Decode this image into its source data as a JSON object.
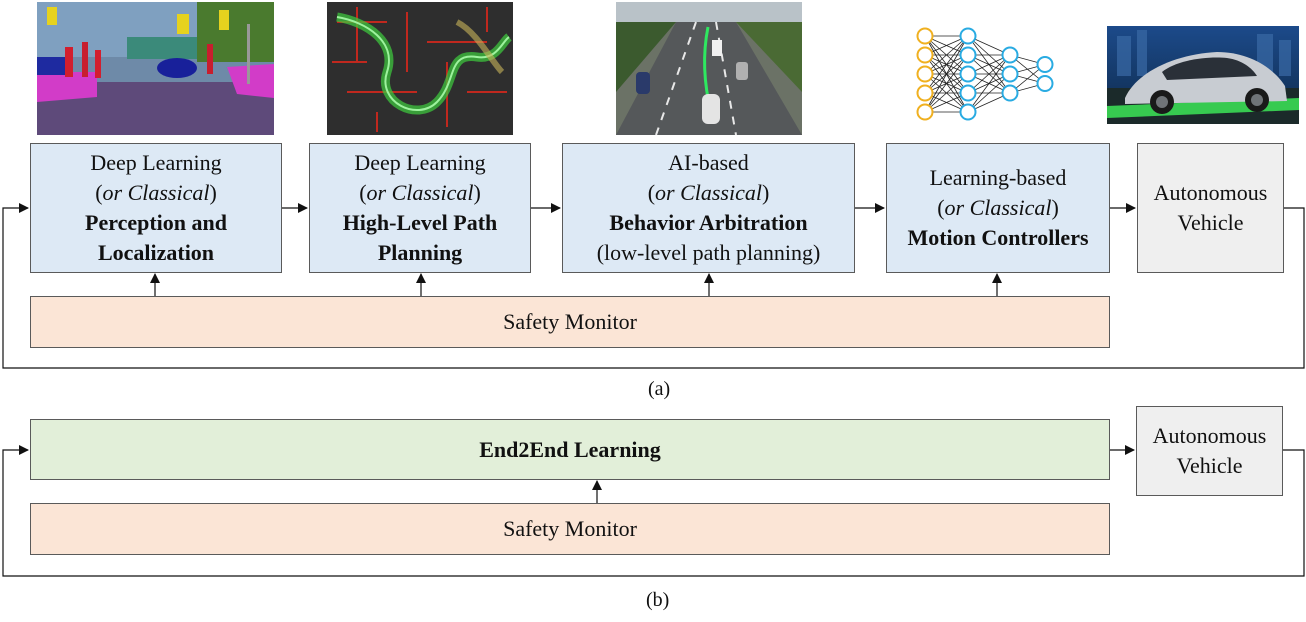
{
  "panel_a": {
    "caption": "(a)",
    "modules": [
      {
        "line1": "Deep Learning",
        "alt_prefix": "(",
        "alt_italic": "or Classical",
        "alt_suffix": ")",
        "title_line1": "Perception and",
        "title_line2": "Localization"
      },
      {
        "line1": "Deep Learning",
        "alt_prefix": "(",
        "alt_italic": "or Classical",
        "alt_suffix": ")",
        "title_line1": "High-Level Path",
        "title_line2": "Planning"
      },
      {
        "line1": "AI-based",
        "alt_prefix": "(",
        "alt_italic": "or Classical",
        "alt_suffix": ")",
        "title_line1": "Behavior Arbitration",
        "note": "(low-level path planning)"
      },
      {
        "line1": "Learning-based",
        "alt_prefix": "(",
        "alt_italic": "or Classical",
        "alt_suffix": ")",
        "title_line1": "Motion Controllers"
      }
    ],
    "vehicle": {
      "line1": "Autonomous",
      "line2": "Vehicle"
    },
    "safety_monitor": "Safety Monitor"
  },
  "panel_b": {
    "caption": "(b)",
    "end2end": "End2End Learning",
    "vehicle": {
      "line1": "Autonomous",
      "line2": "Vehicle"
    },
    "safety_monitor": "Safety Monitor"
  },
  "images": [
    {
      "icon": "segmented-street-scene-image"
    },
    {
      "icon": "path-planning-map-image"
    },
    {
      "icon": "highway-traffic-image"
    },
    {
      "icon": "neural-network-icon"
    },
    {
      "icon": "autonomous-car-image"
    }
  ],
  "colors": {
    "module_fill": "#dde9f5",
    "vehicle_fill": "#efefef",
    "safety_fill": "#fbe5d6",
    "end2end_fill": "#e2efd9",
    "neuron_input": "#f0b020",
    "neuron_hidden": "#29abe2"
  }
}
